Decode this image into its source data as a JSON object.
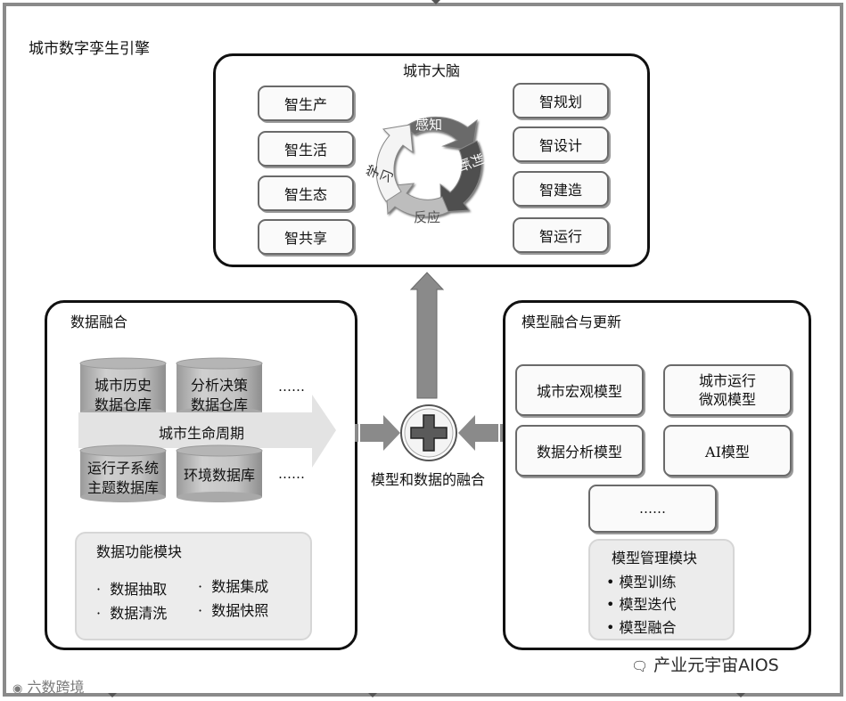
{
  "frame_title": "城市数字孪生引擎",
  "city_brain": {
    "title": "城市大脑",
    "left_items": [
      "智生产",
      "智生活",
      "智生态",
      "智共享"
    ],
    "right_items": [
      "智规划",
      "智设计",
      "智建造",
      "智运行"
    ],
    "cycle": {
      "perceive": "感知",
      "judge": "判断",
      "react": "反应",
      "learn": "学习"
    }
  },
  "data_fusion": {
    "title": "数据融合",
    "cylinders": [
      {
        "line1": "城市历史",
        "line2": "数据仓库"
      },
      {
        "line1": "分析决策",
        "line2": "数据仓库"
      },
      {
        "line1": "运行子系统",
        "line2": "主题数据库"
      },
      {
        "line1": "环境数据库",
        "line2": ""
      }
    ],
    "ellipsis_top": "……",
    "ellipsis_bottom": "……",
    "lifecycle_arrow_label": "城市生命周期",
    "module": {
      "title": "数据功能模块",
      "bullets": [
        "数据抽取",
        "数据清洗",
        "数据集成",
        "数据快照"
      ]
    }
  },
  "center": {
    "label": "模型和数据的融合"
  },
  "model_fusion": {
    "title": "模型融合与更新",
    "boxes": [
      "城市宏观模型",
      "城市运行\n微观模型",
      "数据分析模型",
      "AI模型",
      "……"
    ],
    "module": {
      "title": "模型管理模块",
      "bullets": [
        "模型训练",
        "模型迭代",
        "模型融合"
      ]
    }
  },
  "watermarks": {
    "right": "产业元宇宙AIOS",
    "left": "六数跨境"
  }
}
